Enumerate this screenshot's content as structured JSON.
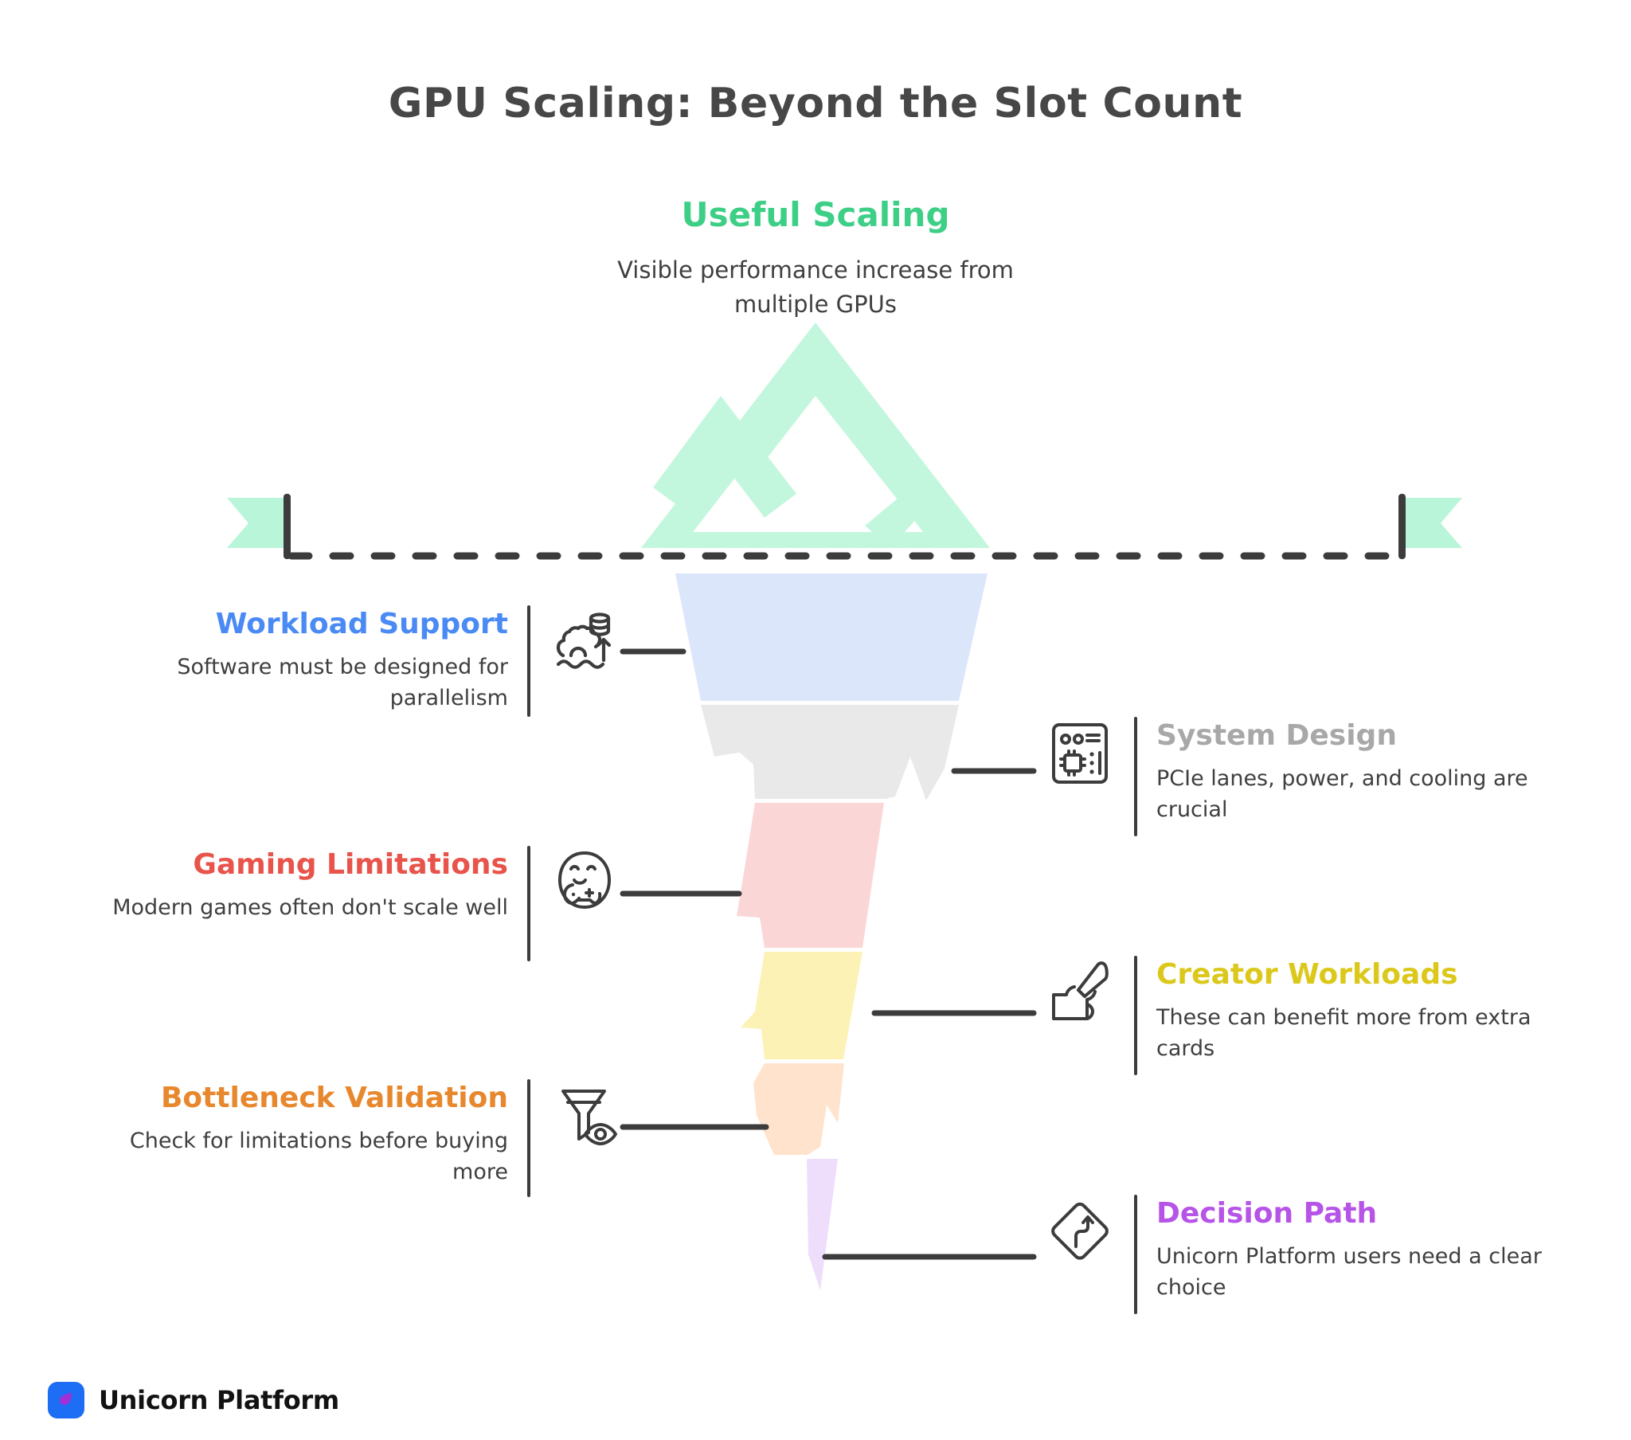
{
  "title": "GPU Scaling: Beyond the Slot Count",
  "top": {
    "heading": "Useful Scaling",
    "heading_color": "#3ecf86",
    "description": "Visible performance increase\nfrom multiple GPUs",
    "icon": "mountain-icon",
    "icon_color": "#c3f7dd"
  },
  "marker_line": {
    "flag_color": "#b9f5d8",
    "pole_color": "#3c3c3c",
    "dash_color": "#3c3c3c"
  },
  "funnel": {
    "segments": [
      {
        "name": "workload-support",
        "color": "#dce6fb"
      },
      {
        "name": "system-design",
        "color": "#e9e9e9"
      },
      {
        "name": "gaming-limitations",
        "color": "#fbd6d6"
      },
      {
        "name": "creator-workloads",
        "color": "#fcf2b6"
      },
      {
        "name": "bottleneck-validation",
        "color": "#ffe3cc"
      },
      {
        "name": "decision-path",
        "color": "#eeddfb"
      }
    ]
  },
  "entries": [
    {
      "side": "left",
      "title": "Workload Support",
      "color": "#4a8af4",
      "description": "Software must be designed for parallelism",
      "icon": "data-scaling-icon"
    },
    {
      "side": "right",
      "title": "System Design",
      "color": "#a8a8a8",
      "description": "PCIe lanes, power, and cooling are crucial",
      "icon": "motherboard-icon"
    },
    {
      "side": "left",
      "title": "Gaming Limitations",
      "color": "#e8534a",
      "description": "Modern games often don't scale well",
      "icon": "gamepad-face-icon"
    },
    {
      "side": "right",
      "title": "Creator Workloads",
      "color": "#dbc81b",
      "description": "These can benefit more from extra cards",
      "icon": "paintbrush-icon"
    },
    {
      "side": "left",
      "title": "Bottleneck Validation",
      "color": "#e8882e",
      "description": "Check for limitations before buying more",
      "icon": "funnel-eye-icon"
    },
    {
      "side": "right",
      "title": "Decision Path",
      "color": "#b754e8",
      "description": "Unicorn Platform users need a clear choice",
      "icon": "road-sign-icon"
    }
  ],
  "footer": {
    "brand": "Unicorn Platform",
    "mark_bg": "#1d6df5",
    "mark_drop": "#a02fd6"
  }
}
